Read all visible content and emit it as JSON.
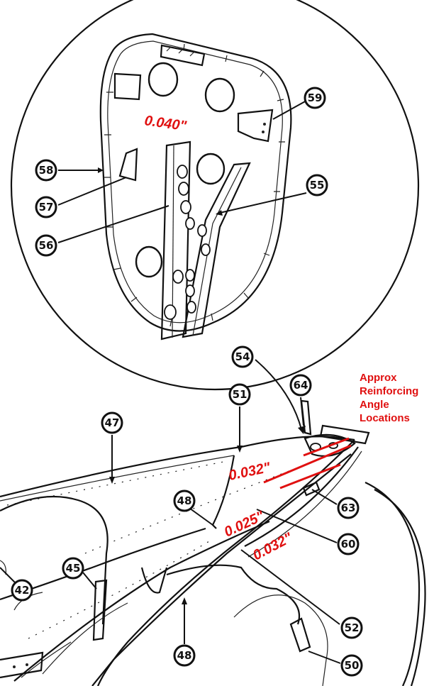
{
  "callouts": {
    "c42": "42",
    "c45": "45",
    "c47": "47",
    "c48a": "48",
    "c48b": "48",
    "c50": "50",
    "c51": "51",
    "c52": "52",
    "c54": "54",
    "c55": "55",
    "c56": "56",
    "c57": "57",
    "c58": "58",
    "c59": "59",
    "c60": "60",
    "c63": "63",
    "c64": "64"
  },
  "thickness_labels": {
    "bulkhead": "0.040\"",
    "skin_upper": "0.032\"",
    "skin_mid": "0.025\"",
    "skin_lower": "0.032\""
  },
  "note": {
    "line1": "Approx",
    "line2": "Reinforcing",
    "line3": "Angle",
    "line4": "Locations"
  },
  "colors": {
    "annotation": "#e01010",
    "linework": "#111111"
  }
}
